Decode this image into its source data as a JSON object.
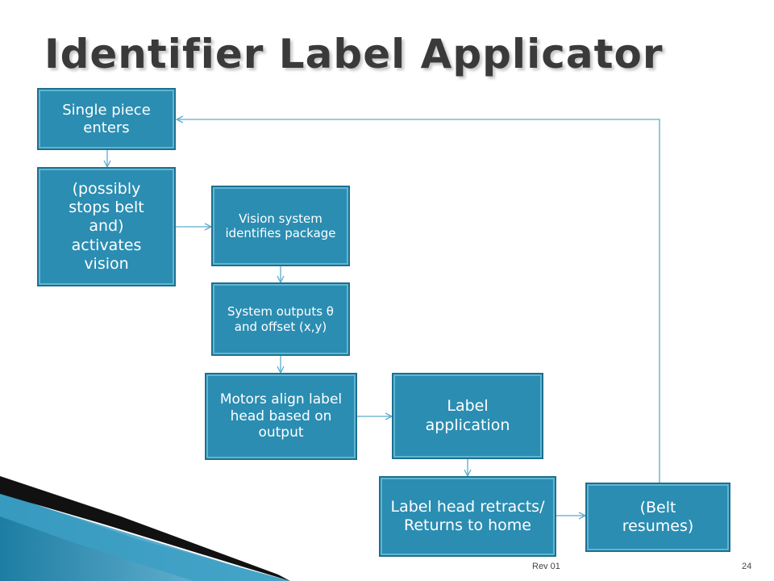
{
  "title": "Identifier Label Applicator",
  "flow": {
    "step1": "Single piece enters",
    "step2": "(possibly stops belt and) activates vision",
    "step3": "Vision system identifies package",
    "step4": "System outputs θ and offset (x,y)",
    "step5": "Motors align label head based on output",
    "step6": "Label application",
    "step7": "Label head retracts/ Returns to home",
    "step8": "(Belt resumes)"
  },
  "footer": {
    "revision": "Rev 01",
    "page_number": "24"
  },
  "colors": {
    "box_fill": "#2b8db2",
    "box_border": "#1e6f8f",
    "arrow": "#5aaccc",
    "title": "#3a3a3a"
  }
}
